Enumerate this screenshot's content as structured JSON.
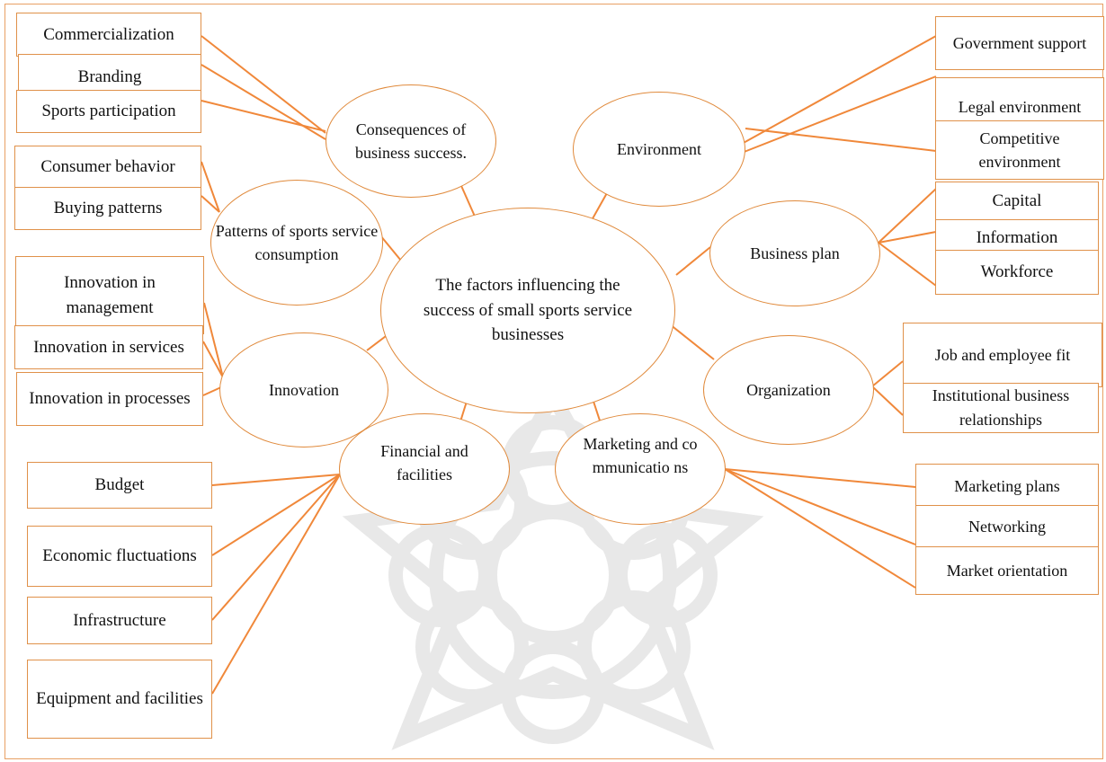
{
  "colors": {
    "line": "#f0883a",
    "border": "#e08a3c",
    "watermark": "#e6e6e6"
  },
  "center": "The factors influencing the success of small sports service businesses",
  "factors": {
    "consequences": "Consequences of business success.",
    "patterns": "Patterns of sports service consumption",
    "innovation": "Innovation",
    "financial": "Financial and facilities",
    "marketing": "Marketing and communicatio ns",
    "environment": "Environment",
    "business_plan": "Business plan",
    "organization": "Organization"
  },
  "items": {
    "commercialization": "Commercialization",
    "branding": "Branding",
    "sports_participation": "Sports participation",
    "consumer_behavior": "Consumer behavior",
    "buying_patterns": "Buying patterns",
    "innovation_management": "Innovation in management",
    "innovation_services": "Innovation in services",
    "innovation_processes": "Innovation in processes",
    "budget": "Budget",
    "economic_fluctuations": "Economic fluctuations",
    "infrastructure": "Infrastructure",
    "equipment": "Equipment and facilities",
    "government_support": "Government support",
    "legal_environment": "Legal environment",
    "competitive_environment": "Competitive environment",
    "capital": "Capital",
    "information": "Information",
    "workforce": "Workforce",
    "job_fit": "Job and employee fit",
    "institutional": "Institutional business relationships",
    "marketing_plans": "Marketing plans",
    "networking": "Networking",
    "market_orientation": "Market orientation"
  }
}
